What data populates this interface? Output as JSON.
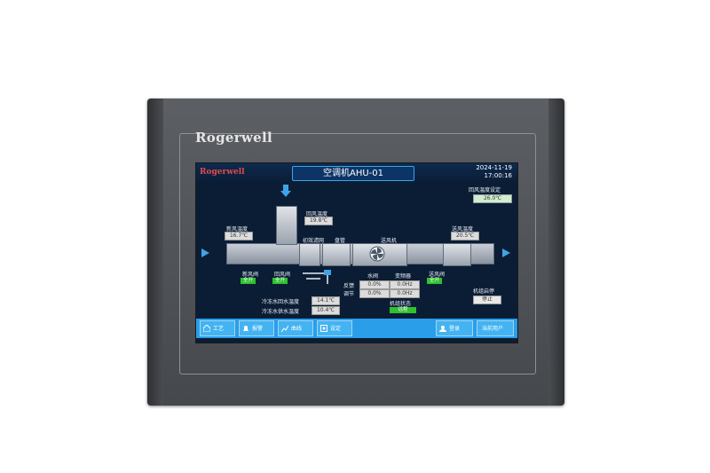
{
  "device": {
    "brand": "Rogerwell"
  },
  "screen": {
    "logo": "Rogerwell",
    "title": "空调机AHU-01",
    "date": "2024-11-19",
    "time": "17:00:16",
    "return_temp_setpoint_label": "回风温度设定",
    "return_temp_setpoint_value": "26.0℃",
    "return_air_temp_label": "回风温度",
    "return_air_temp_value": "19.8℃",
    "fresh_air_temp_label": "新风温度",
    "fresh_air_temp_value": "16.7℃",
    "supply_air_temp_label": "送风温度",
    "supply_air_temp_value": "20.5℃",
    "filter_label": "初效滤网",
    "coil_label": "盘管",
    "fan_label": "送风机",
    "fresh_damper_label": "新风阀",
    "fresh_damper_state": "全开",
    "return_damper_label": "回风阀",
    "return_damper_state": "全开",
    "supply_damper_label": "送风阀",
    "supply_damper_state": "全开",
    "feedback_label": "反馈",
    "regulate_label": "调节",
    "water_valve_label": "水阀",
    "water_valve_feedback": "0.0%",
    "water_valve_regulate": "0.0%",
    "vfd_label": "变频器",
    "vfd_feedback": "0.0Hz",
    "vfd_regulate": "0.0Hz",
    "unit_status_label": "机组状态",
    "unit_status_value": "远程",
    "unit_startstop_label": "机组启停",
    "unit_startstop_button": "停止",
    "chw_return_label": "冷冻水回水温度",
    "chw_return_value": "14.1℃",
    "chw_supply_label": "冷冻水供水温度",
    "chw_supply_value": "10.4℃"
  },
  "navbar": {
    "process": "工艺",
    "alarm": "报警",
    "curve": "曲线",
    "settings": "设定",
    "login": "登录",
    "current_user": "当前用户"
  }
}
